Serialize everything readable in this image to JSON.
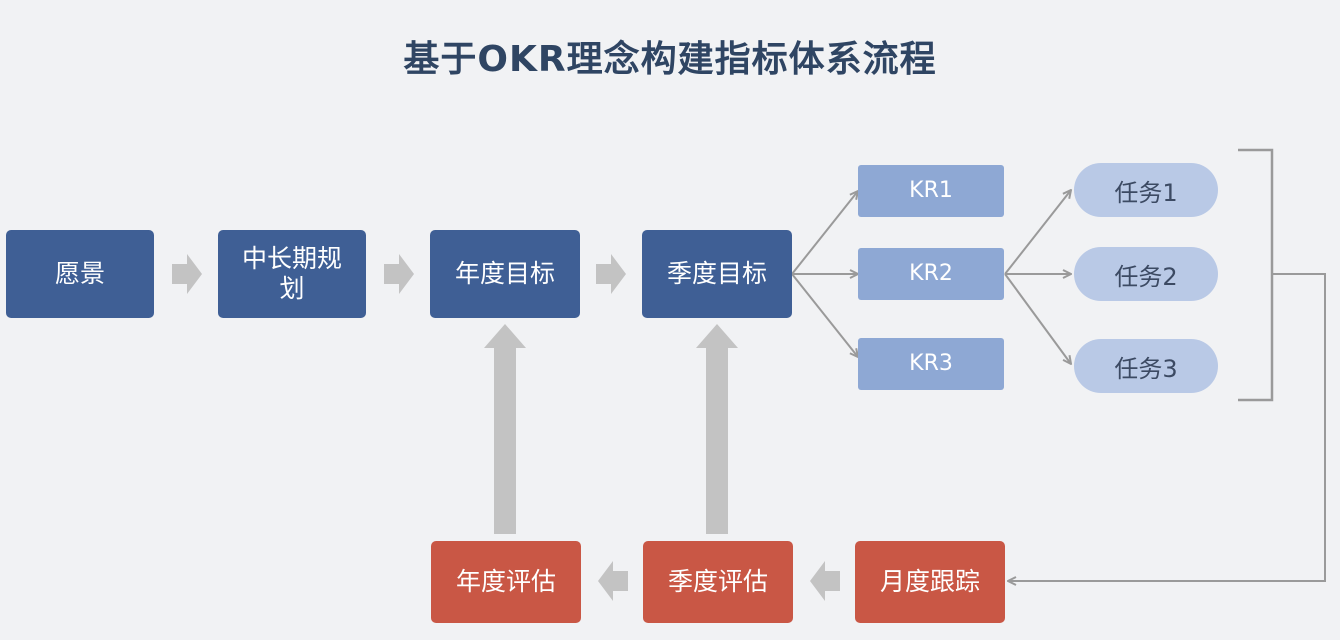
{
  "title": "基于OKR理念构建指标体系流程",
  "top_row": {
    "vision": "愿景",
    "mid_long_plan": "中长期规划",
    "annual_goal": "年度目标",
    "quarterly_goal": "季度目标"
  },
  "key_results": [
    "KR1",
    "KR2",
    "KR3"
  ],
  "tasks": [
    "任务1",
    "任务2",
    "任务3"
  ],
  "bottom_row": {
    "annual_review": "年度评估",
    "quarterly_review": "季度评估",
    "monthly_tracking": "月度跟踪"
  },
  "colors": {
    "background": "#f1f2f4",
    "title": "#2f4563",
    "dark_box": "#3f5f95",
    "kr_box": "#8ea8d4",
    "task_pill": "#b9c9e6",
    "review_box": "#c95745",
    "arrow_gray": "#c3c3c3"
  }
}
